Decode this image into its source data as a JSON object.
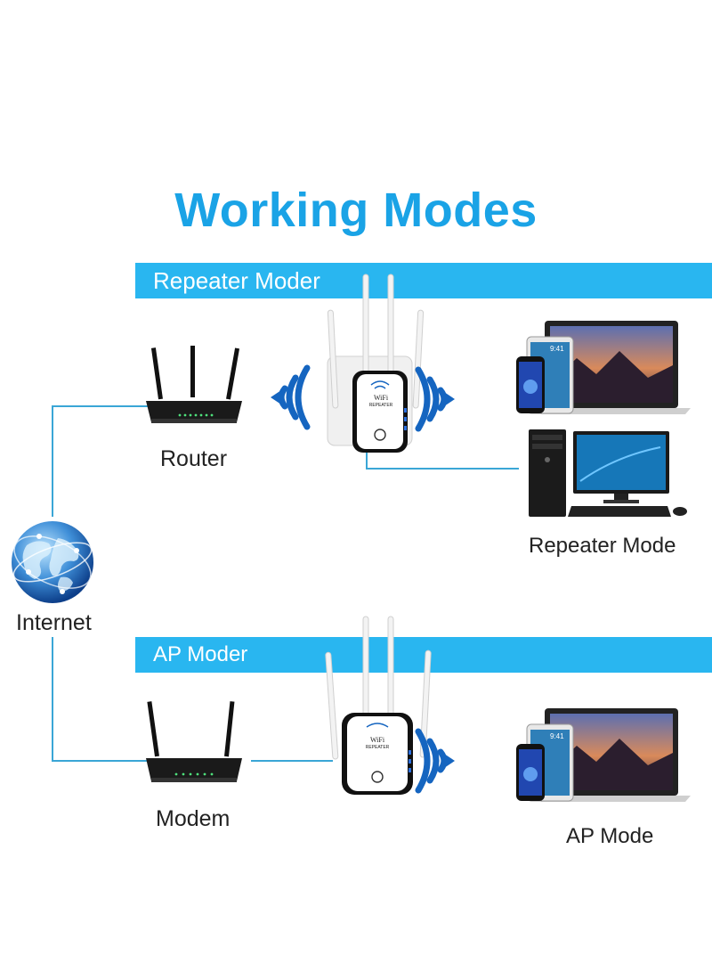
{
  "title": "Working Modes",
  "colors": {
    "accent": "#1aa3e6",
    "banner": "#29b6f0",
    "line": "#3aa6d6",
    "wave": "#1565c0"
  },
  "repeater_section": {
    "banner": "Repeater Moder",
    "router_label": "Router",
    "mode_label": "Repeater Mode",
    "device_text": [
      "WiFi",
      "REPEATER"
    ]
  },
  "ap_section": {
    "banner": "AP Moder",
    "modem_label": "Modem",
    "mode_label": "AP Mode",
    "device_text": [
      "WiFi",
      "REPEATER"
    ]
  },
  "internet_label": "Internet",
  "phone_time": "9:41"
}
